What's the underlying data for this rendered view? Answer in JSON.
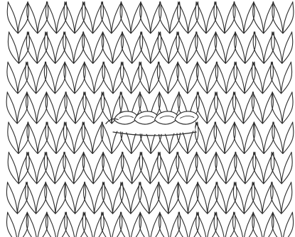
{
  "diagram": {
    "subject": "knitting-stitch-diagram",
    "pattern": "stockinette-knit-stitches",
    "feature": "horizontal-buttonhole-bind-off",
    "stitch_columns": 15,
    "stitch_rows_visible": 7,
    "bind_off_stitches": 4,
    "colors": {
      "background": "#ffffff",
      "line": "#2b2b2b"
    }
  }
}
